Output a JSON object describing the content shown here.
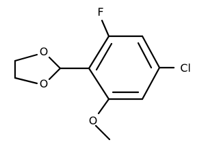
{
  "molecule": {
    "atoms": {
      "fluorine": "F",
      "chlorine": "Cl",
      "ring_oxygen_top": "O",
      "ring_oxygen_bottom": "O",
      "methoxy_oxygen": "O"
    }
  }
}
